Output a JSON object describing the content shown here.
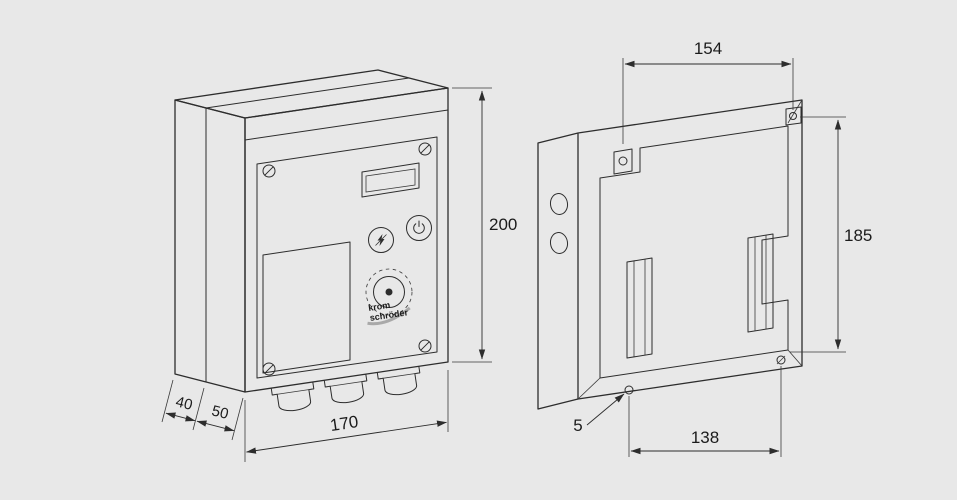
{
  "drawing": {
    "logo": {
      "line1": "krom",
      "line2": "schröder"
    },
    "front_view": {
      "height": "200",
      "width": "170",
      "depth_rear": "40",
      "depth_front": "50"
    },
    "rear_view": {
      "top_width": "154",
      "height": "185",
      "bottom_width": "138",
      "hole": "5"
    }
  }
}
